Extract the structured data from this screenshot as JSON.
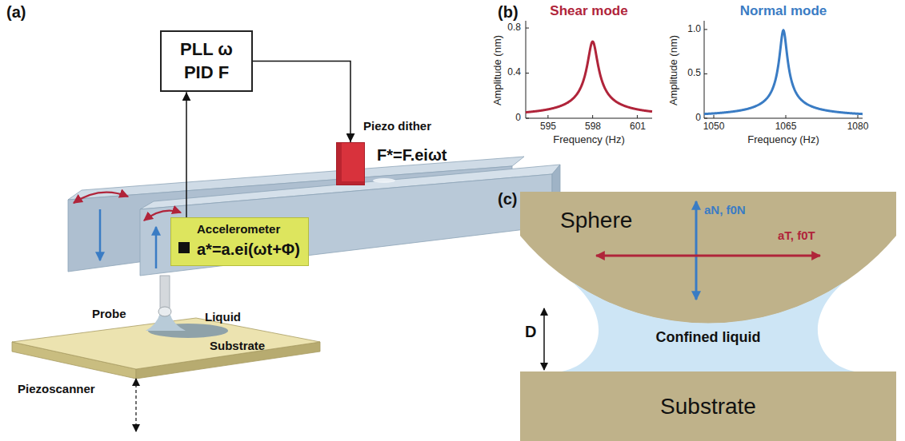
{
  "diagram": {
    "nodes": [
      {
        "text": [
          "PLL ω PID F"
        ]
      },
      {
        "text": [
          "Piezo dither",
          "F*=F.eiωt"
        ]
      },
      {
        "text": [
          "Accelerometer",
          "a*=a.ei(ωt+Φ)"
        ]
      },
      {
        "text": [
          "Sphere"
        ]
      },
      {
        "text": [
          "Confined liquid"
        ]
      },
      {
        "text": [
          "Substrate"
        ]
      }
    ],
    "edges": [
      {
        "from": 2,
        "to": 0,
        "arrow": "to"
      },
      {
        "from": 0,
        "to": 1,
        "arrow": "to"
      }
    ],
    "labels": [
      "(a)",
      "Probe",
      "Liquid",
      "Substrate",
      "Piezoscanner",
      "(b)",
      "Shear mode",
      "Amplitude (nm)",
      "0.8",
      "0.4",
      "0",
      "595",
      "598",
      "601",
      "Frequency (Hz)",
      "Normal mode",
      "Amplitude (nm)",
      "1.0",
      "0.5",
      "0",
      "1050",
      "1065",
      "1080",
      "Frequency (Hz)",
      "(c)",
      "aN, f0N",
      "aT, f0T",
      "D"
    ]
  }
}
